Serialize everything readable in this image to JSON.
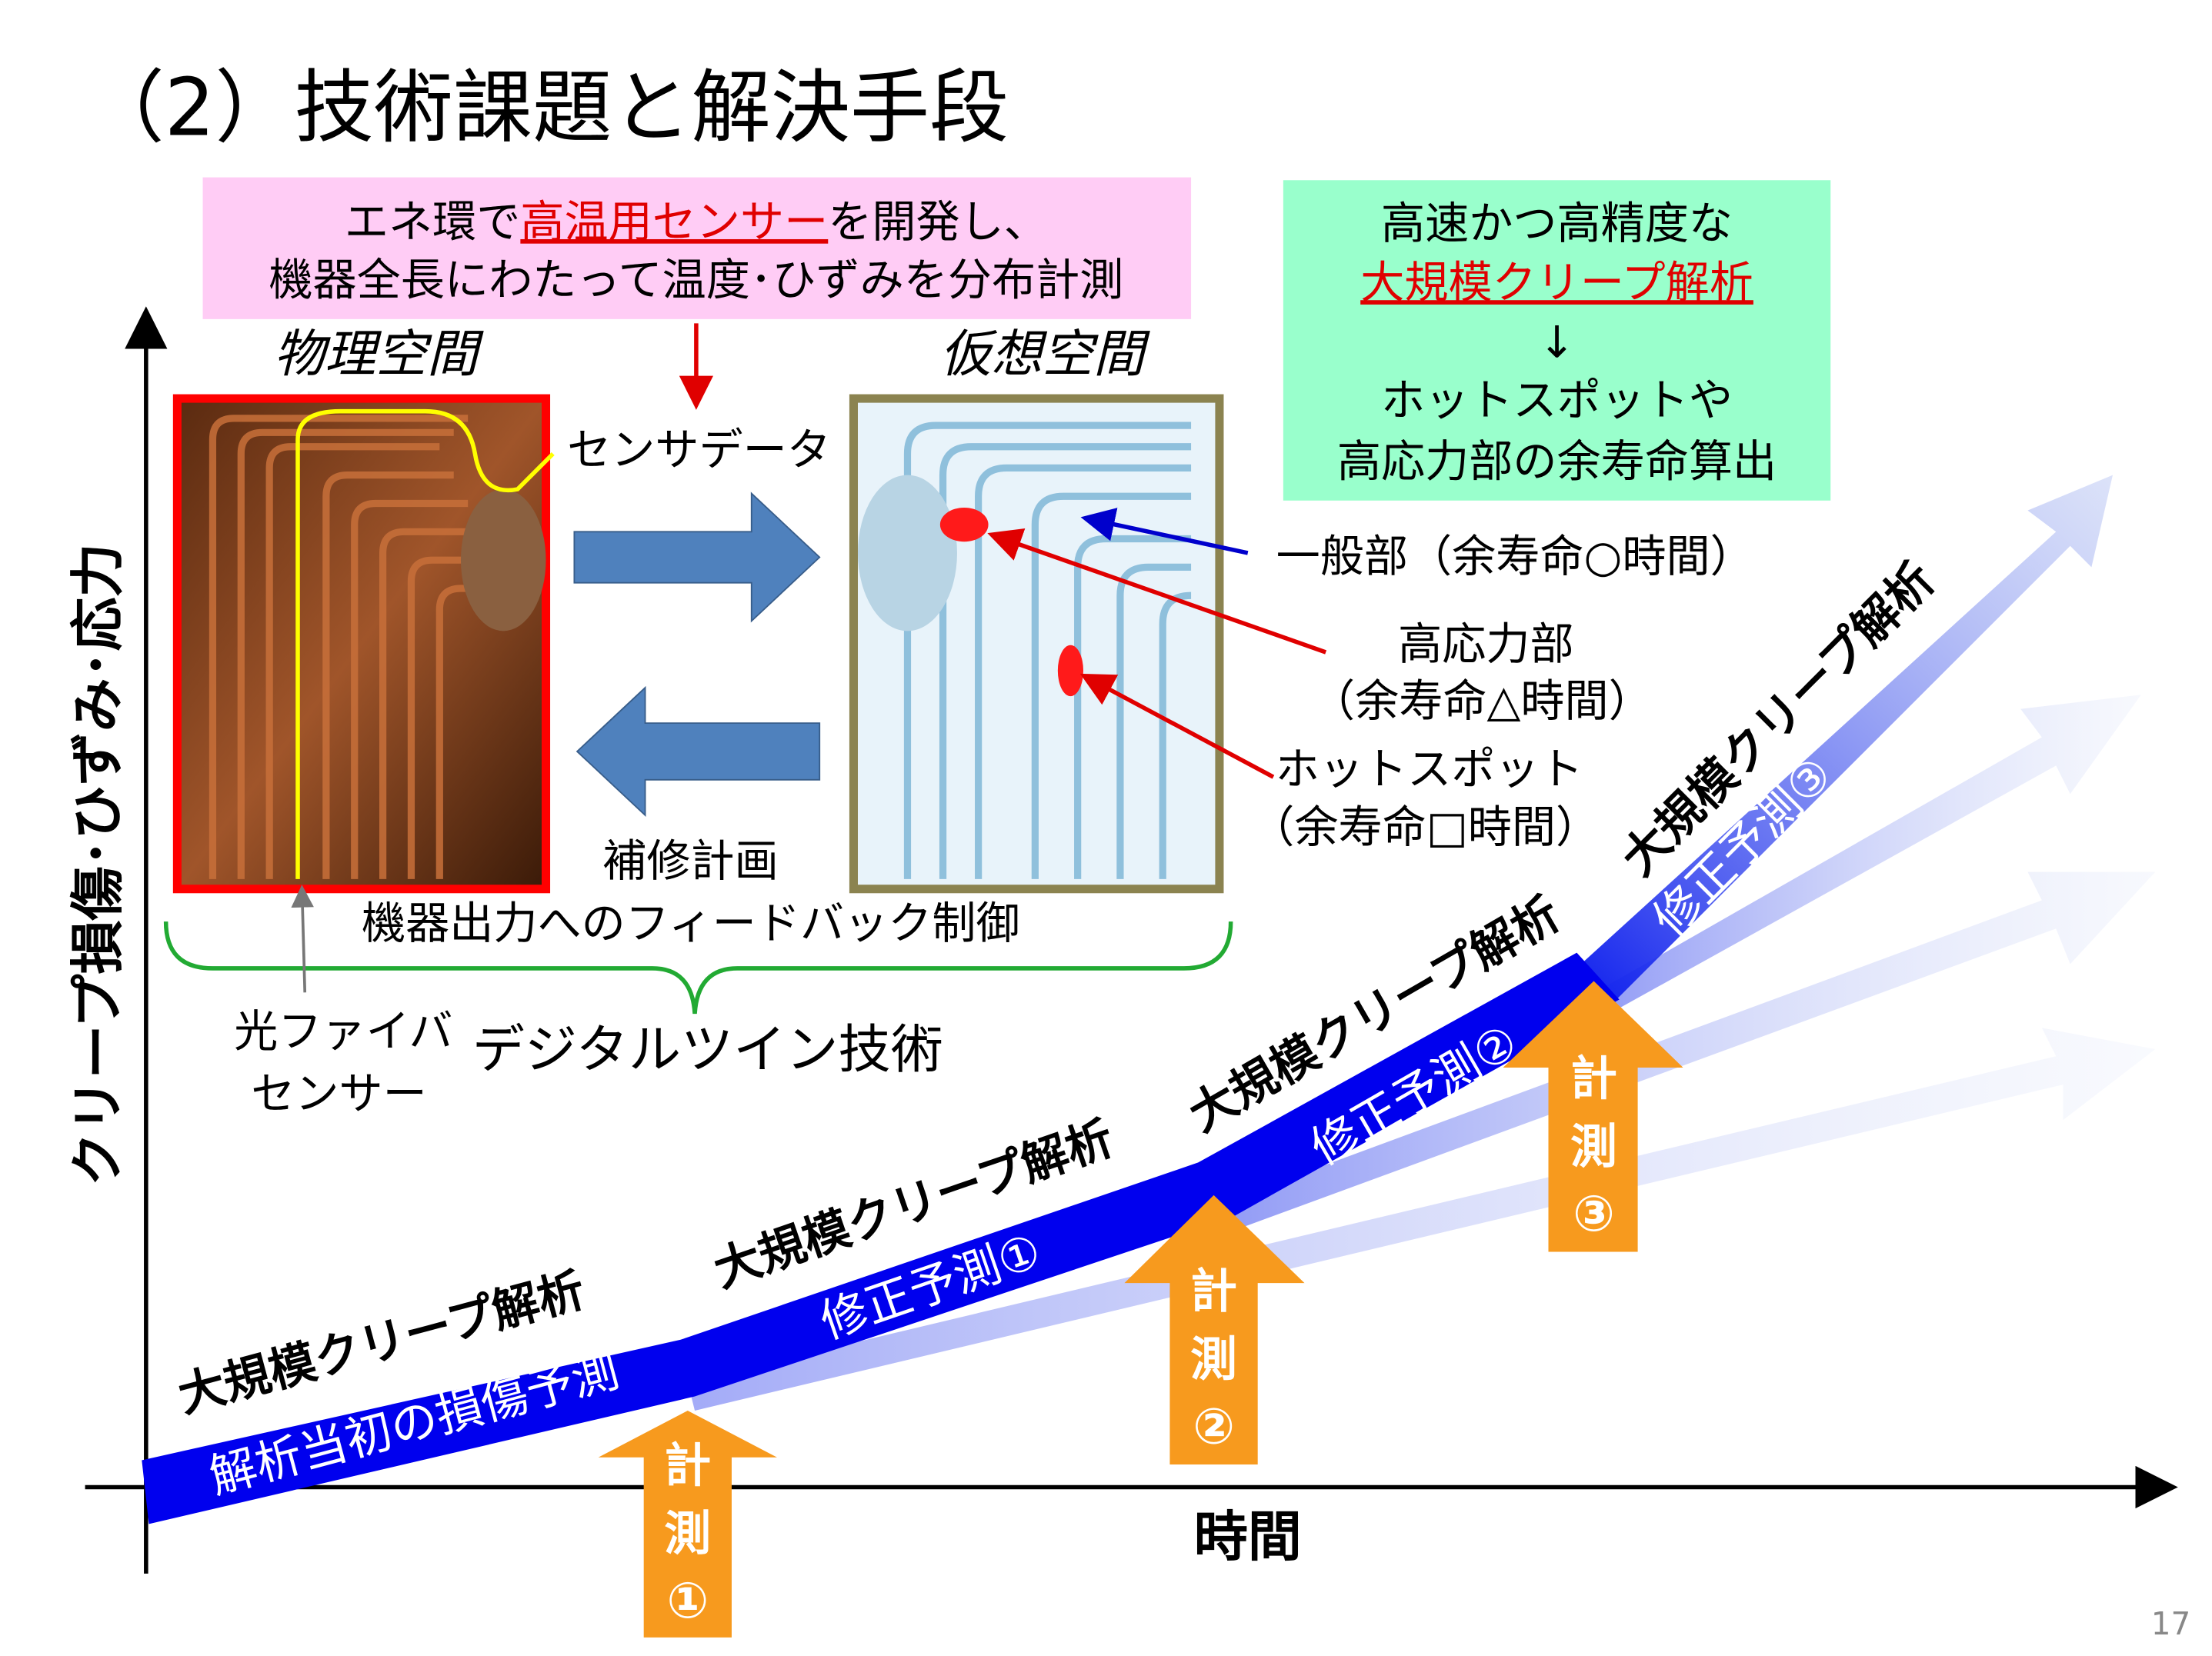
{
  "title": "（2）技術課題と解決手段",
  "page_number": "17",
  "pink_box": {
    "line1_pre": "エネ環で",
    "line1_highlight": "高温用センサー",
    "line1_post": "を開発し、",
    "line2": "機器全長にわたって温度･ひずみを分布計測"
  },
  "green_box": {
    "line1": "高速かつ高精度な",
    "line2_highlight": "大規模クリープ解析",
    "arrow": "↓",
    "line3": "ホットスポットや",
    "line4": "高応力部の余寿命算出"
  },
  "physical_space": "物理空間",
  "virtual_space": "仮想空間",
  "sensor_data": "センサデータ",
  "repair_plan": "補修計画",
  "feedback": "機器出力へのフィードバック制御",
  "fiber_sensor": {
    "line1": "光ファイバ",
    "line2": "センサー"
  },
  "digital_twin": "デジタルツイン技術",
  "callouts": {
    "general": "一般部（余寿命○時間）",
    "high_stress": "高応力部",
    "high_stress_life": "（余寿命△時間）",
    "hotspot": "ホットスポット",
    "hotspot_life": "（余寿命□時間）"
  },
  "axes": {
    "y_label": "クリープ損傷･ひずみ･応力",
    "x_label": "時間"
  },
  "stages": [
    {
      "analysis": "大規模クリープ解析",
      "prediction": "解析当初の損傷予測"
    },
    {
      "analysis": "大規模クリープ解析",
      "prediction": "修正予測①"
    },
    {
      "analysis": "大規模クリープ解析",
      "prediction": "修正予測②"
    },
    {
      "analysis": "大規模クリープ解析",
      "prediction": "修正予測③"
    }
  ],
  "measurements": [
    {
      "c1": "計",
      "c2": "測",
      "c3": "①"
    },
    {
      "c1": "計",
      "c2": "測",
      "c3": "②"
    },
    {
      "c1": "計",
      "c2": "測",
      "c3": "③"
    }
  ],
  "colors": {
    "accent_red": "#e00000",
    "band_blue": "#0000ee",
    "orange": "#f79a1e",
    "pink": "#ffccf5",
    "green": "#99ffcc"
  }
}
